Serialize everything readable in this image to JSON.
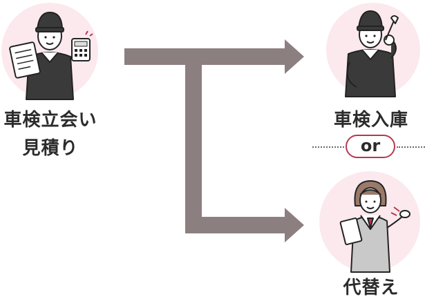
{
  "left": {
    "line1": "車検立会い",
    "line2": "見積り"
  },
  "right_top": {
    "label": "車検入庫"
  },
  "separator": {
    "label": "or"
  },
  "right_bottom": {
    "label": "代替え"
  },
  "colors": {
    "arrow": "#8c7f80",
    "circle": "#fbe9ee",
    "accent": "#b5384e"
  }
}
